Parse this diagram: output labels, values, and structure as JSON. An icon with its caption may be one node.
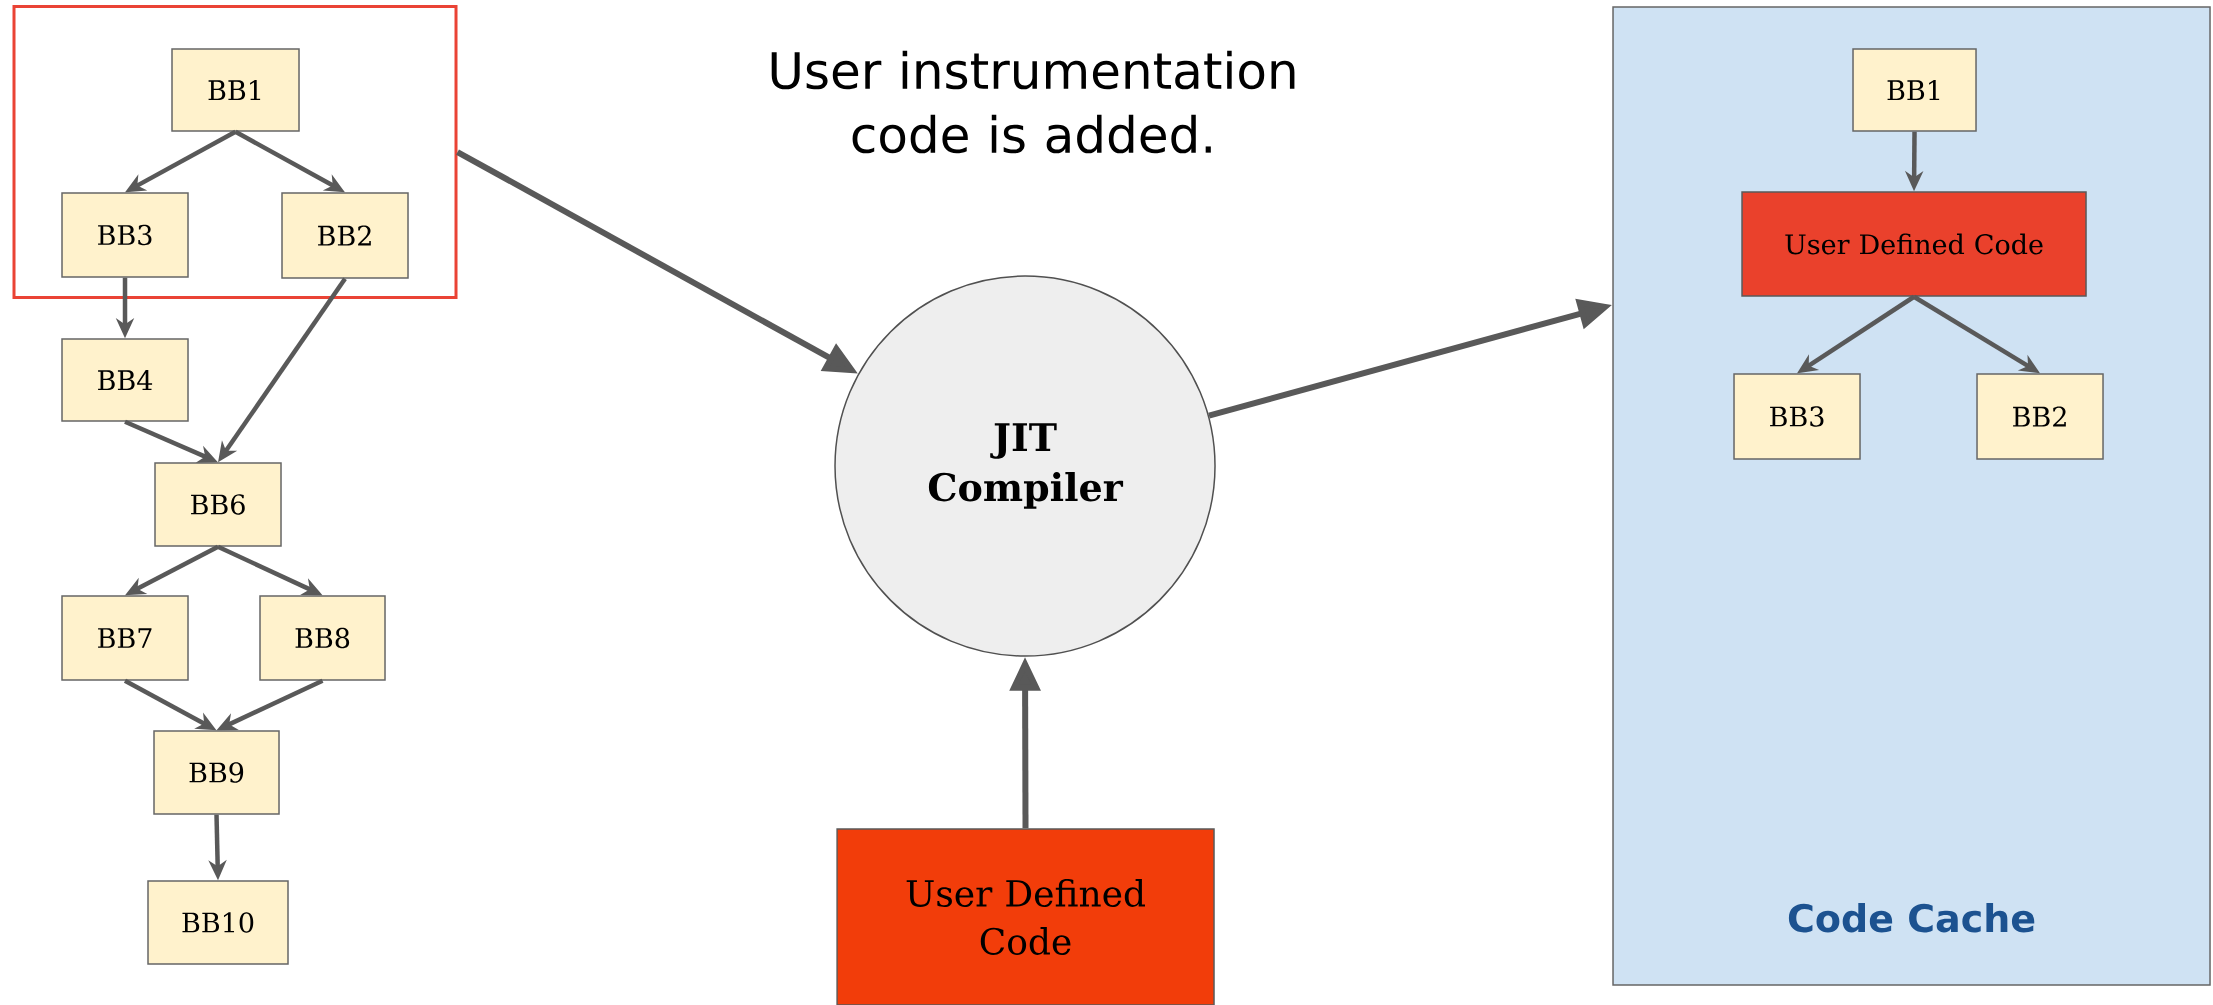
{
  "diagram": {
    "title": "User instrumentation code is added.",
    "nodes": [
      {
        "text": [],
        "shape": "box"
      },
      {
        "text": [
          "BB1"
        ],
        "in": 0
      },
      {
        "text": [
          "BB3"
        ],
        "in": 0
      },
      {
        "text": [
          "BB2"
        ],
        "in": 0
      },
      {
        "text": [
          "BB4"
        ]
      },
      {
        "text": [
          "BB6"
        ]
      },
      {
        "text": [
          "BB7"
        ]
      },
      {
        "text": [
          "BB8"
        ]
      },
      {
        "text": [
          "BB9"
        ]
      },
      {
        "text": [
          "BB10"
        ]
      },
      {
        "text": [
          "JIT Compiler"
        ]
      },
      {
        "text": [
          "User Defined Code"
        ]
      },
      {
        "text": [
          "Code Cache"
        ]
      },
      {
        "text": [
          "BB1"
        ],
        "in": 12
      },
      {
        "text": [
          "User Defined Code"
        ],
        "in": 12
      },
      {
        "text": [
          "BB3"
        ],
        "in": 12
      },
      {
        "text": [
          "BB2"
        ],
        "in": 12
      }
    ],
    "edges": [
      {
        "from": 1,
        "to": 2,
        "arrow": "to"
      },
      {
        "from": 1,
        "to": 3,
        "arrow": "to"
      },
      {
        "from": 2,
        "to": 4,
        "arrow": "to"
      },
      {
        "from": 3,
        "to": 5,
        "arrow": "to"
      },
      {
        "from": 4,
        "to": 5,
        "arrow": "to"
      },
      {
        "from": 5,
        "to": 6,
        "arrow": "to"
      },
      {
        "from": 5,
        "to": 7,
        "arrow": "to"
      },
      {
        "from": 6,
        "to": 8,
        "arrow": "to"
      },
      {
        "from": 7,
        "to": 8,
        "arrow": "to"
      },
      {
        "from": 8,
        "to": 9,
        "arrow": "to"
      },
      {
        "from": 0,
        "to": 10,
        "arrow": "to"
      },
      {
        "from": 11,
        "to": 10,
        "arrow": "to"
      },
      {
        "from": 10,
        "to": 12,
        "arrow": "to"
      },
      {
        "from": 13,
        "to": 14,
        "arrow": "to"
      },
      {
        "from": 14,
        "to": 15,
        "arrow": "to"
      },
      {
        "from": 14,
        "to": 16,
        "arrow": "to"
      }
    ]
  }
}
